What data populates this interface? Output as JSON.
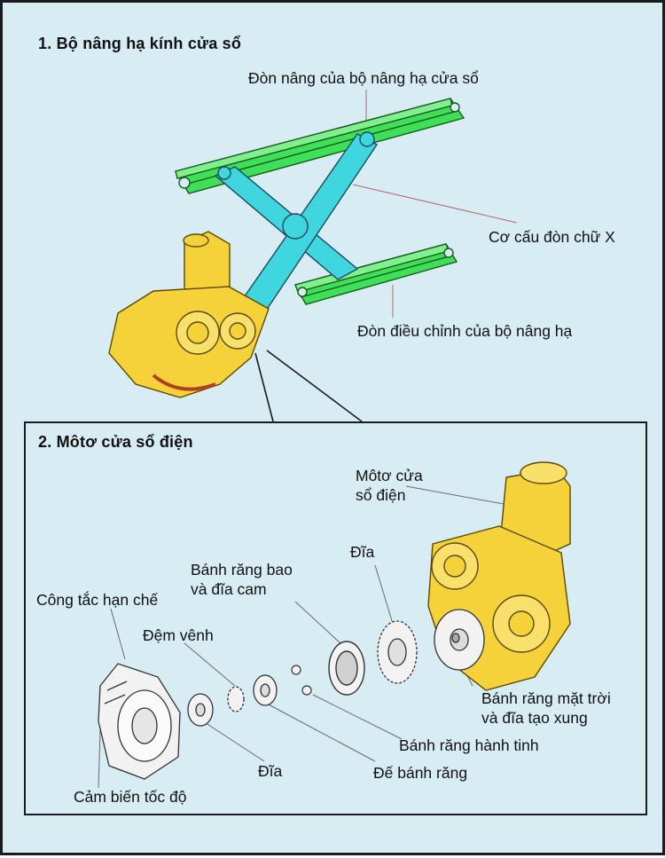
{
  "section1": {
    "title": "1. Bộ nâng hạ kính cửa sổ",
    "labels": {
      "lift_arm": "Đòn nâng của bộ nâng hạ cửa sổ",
      "x_arm": "Cơ cấu đòn chữ X",
      "adjust_arm": "Đòn điều chỉnh của bộ nâng hạ"
    }
  },
  "section2": {
    "title": "2. Môtơ cửa sổ điện",
    "labels": {
      "motor_l1": "Môtơ cửa",
      "motor_l2": "sổ điện",
      "disc_top": "Đĩa",
      "ring_gear_l1": "Bánh răng bao",
      "ring_gear_l2": "và đĩa cam",
      "limit_switch": "Công tắc hạn chế",
      "washer": "Đệm vênh",
      "sun_gear_l1": "Bánh răng mặt trời",
      "sun_gear_l2": "và đĩa tạo xung",
      "planet_gear": "Bánh răng hành tinh",
      "gear_seat": "Đế bánh răng",
      "disc_bottom": "Đĩa",
      "speed_sensor": "Cảm biến tốc độ"
    }
  },
  "colors": {
    "background": "#d8ecf3",
    "lift_arm_green": "#3ee05a",
    "x_arm_cyan": "#3fd6e0",
    "motor_yellow": "#f6d23a",
    "part_gray": "#f2f2f2"
  }
}
